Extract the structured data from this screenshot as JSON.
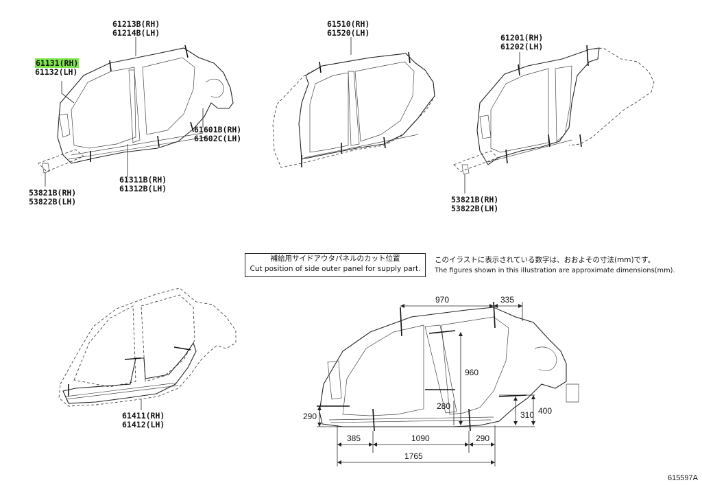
{
  "callouts": {
    "c61131": {
      "rh": "61131(RH)",
      "lh": "61132(LH)"
    },
    "c61213": {
      "rh": "61213B(RH)",
      "lh": "61214B(LH)"
    },
    "c61601": {
      "rh": "61601B(RH)",
      "lh": "61602C(LH)"
    },
    "c61311": {
      "rh": "61311B(RH)",
      "lh": "61312B(LH)"
    },
    "c53821a": {
      "rh": "53821B(RH)",
      "lh": "53822B(LH)"
    },
    "c61510": {
      "rh": "61510(RH)",
      "lh": "61520(LH)"
    },
    "c61201": {
      "rh": "61201(RH)",
      "lh": "61202(LH)"
    },
    "c53821b": {
      "rh": "53821B(RH)",
      "lh": "53822B(LH)"
    },
    "c61411": {
      "rh": "61411(RH)",
      "lh": "61412(LH)"
    }
  },
  "notes": {
    "box_ja": "補給用サイドアウタパネルのカット位置",
    "box_en": "Cut position of side outer panel for supply part.",
    "dim_ja": "このイラストに表示されている数字は、おおよその寸法(mm)です。",
    "dim_en": "The figures shown in this illustration are approximate dimensions(mm)."
  },
  "dimensions": {
    "d970": "970",
    "d335": "335",
    "d960": "960",
    "d280": "280",
    "d290l": "290",
    "d310": "310",
    "d400": "400",
    "d385": "385",
    "d1090": "1090",
    "d290b": "290",
    "d1765": "1765"
  },
  "figure_id": "615597A"
}
